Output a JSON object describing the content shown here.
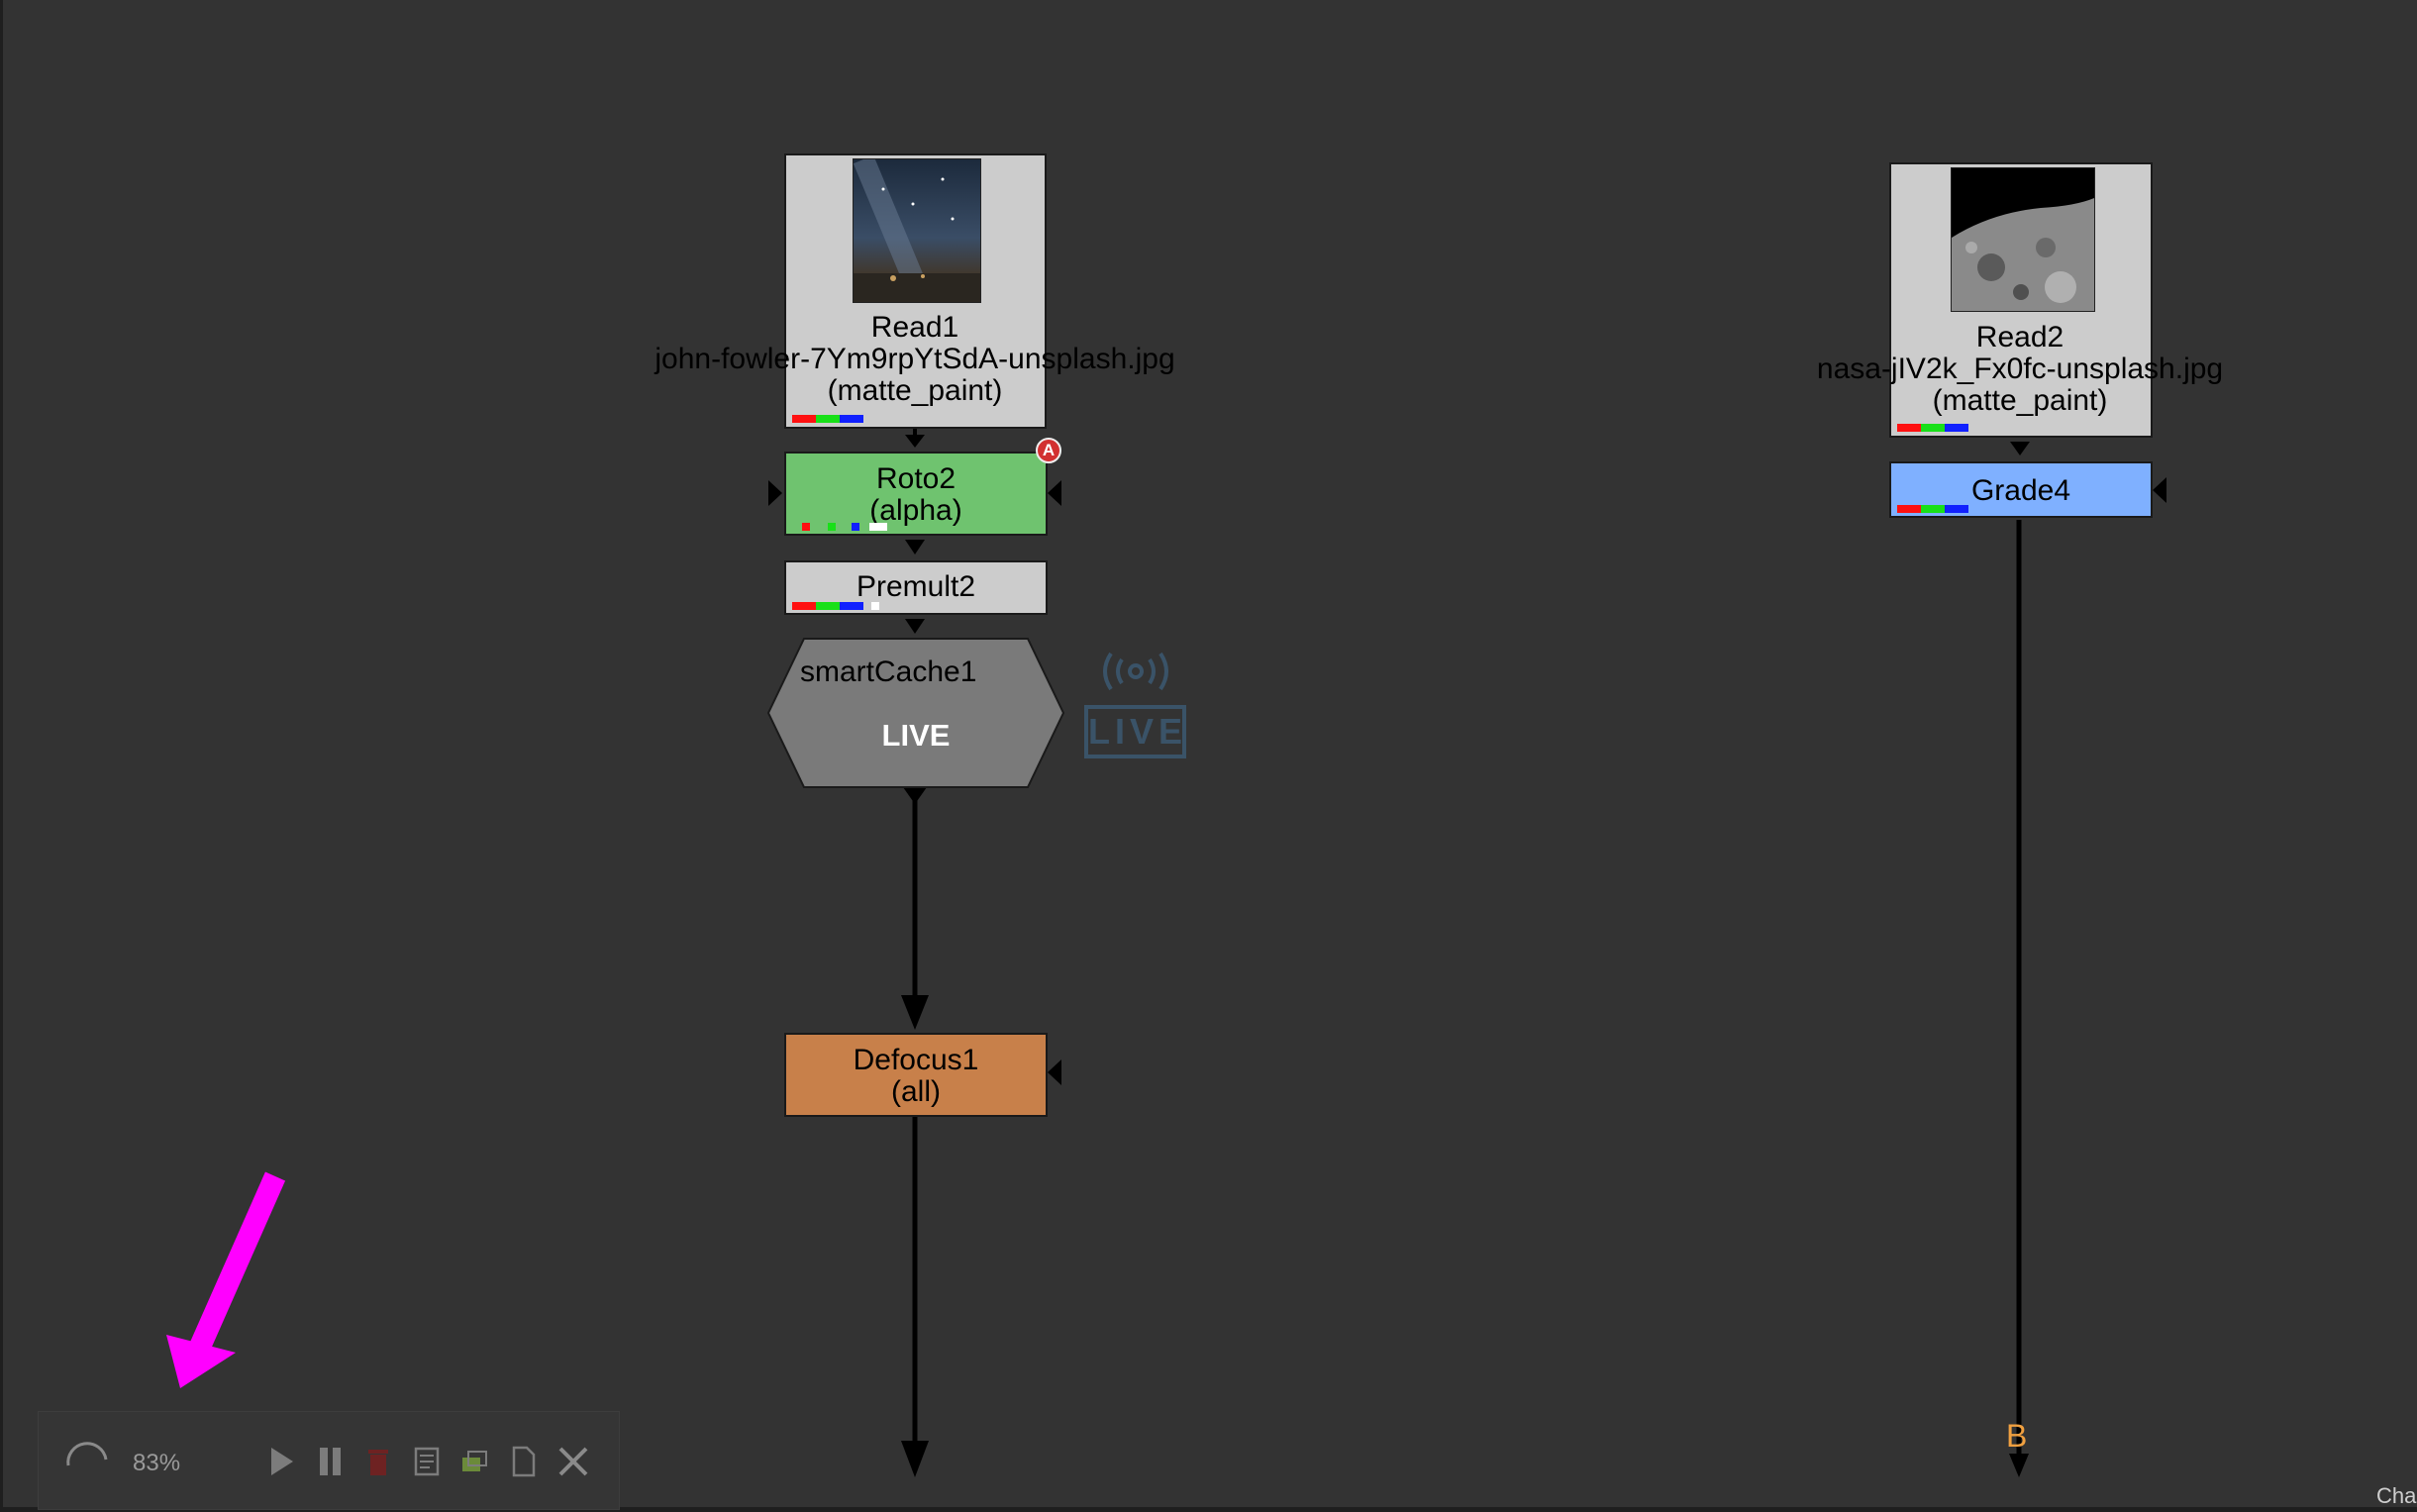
{
  "nodes": {
    "read1": {
      "name": "Read1",
      "file": "john-fowler-7Ym9rpYtSdA-unsplash.jpg",
      "layer": "(matte_paint)"
    },
    "roto2": {
      "name": "Roto2",
      "channels": "(alpha)",
      "badge": "A"
    },
    "premult2": {
      "name": "Premult2"
    },
    "smartcache1": {
      "name": "smartCache1",
      "status": "LIVE",
      "live_badge": "LIVE"
    },
    "defocus1": {
      "name": "Defocus1",
      "channels": "(all)"
    },
    "read2": {
      "name": "Read2",
      "file": "nasa-jIV2k_Fx0fc-unsplash.jpg",
      "layer": "(matte_paint)"
    },
    "grade4": {
      "name": "Grade4"
    }
  },
  "input_label_b": "B",
  "corner_text": "Cha",
  "progress": {
    "percent": "83%",
    "icons": [
      "play-icon",
      "pause-icon",
      "delete-icon",
      "log-icon",
      "render-icon",
      "file-icon",
      "close-icon"
    ]
  },
  "colors": {
    "background": "#333333",
    "read_node": "#cccccc",
    "roto_node": "#6fc36f",
    "grade_node": "#7fb0ff",
    "defocus_node": "#c8804a",
    "smartcache_node": "#7a7a7a",
    "annotation_arrow": "#ff00ff",
    "input_b": "#f0a040"
  }
}
